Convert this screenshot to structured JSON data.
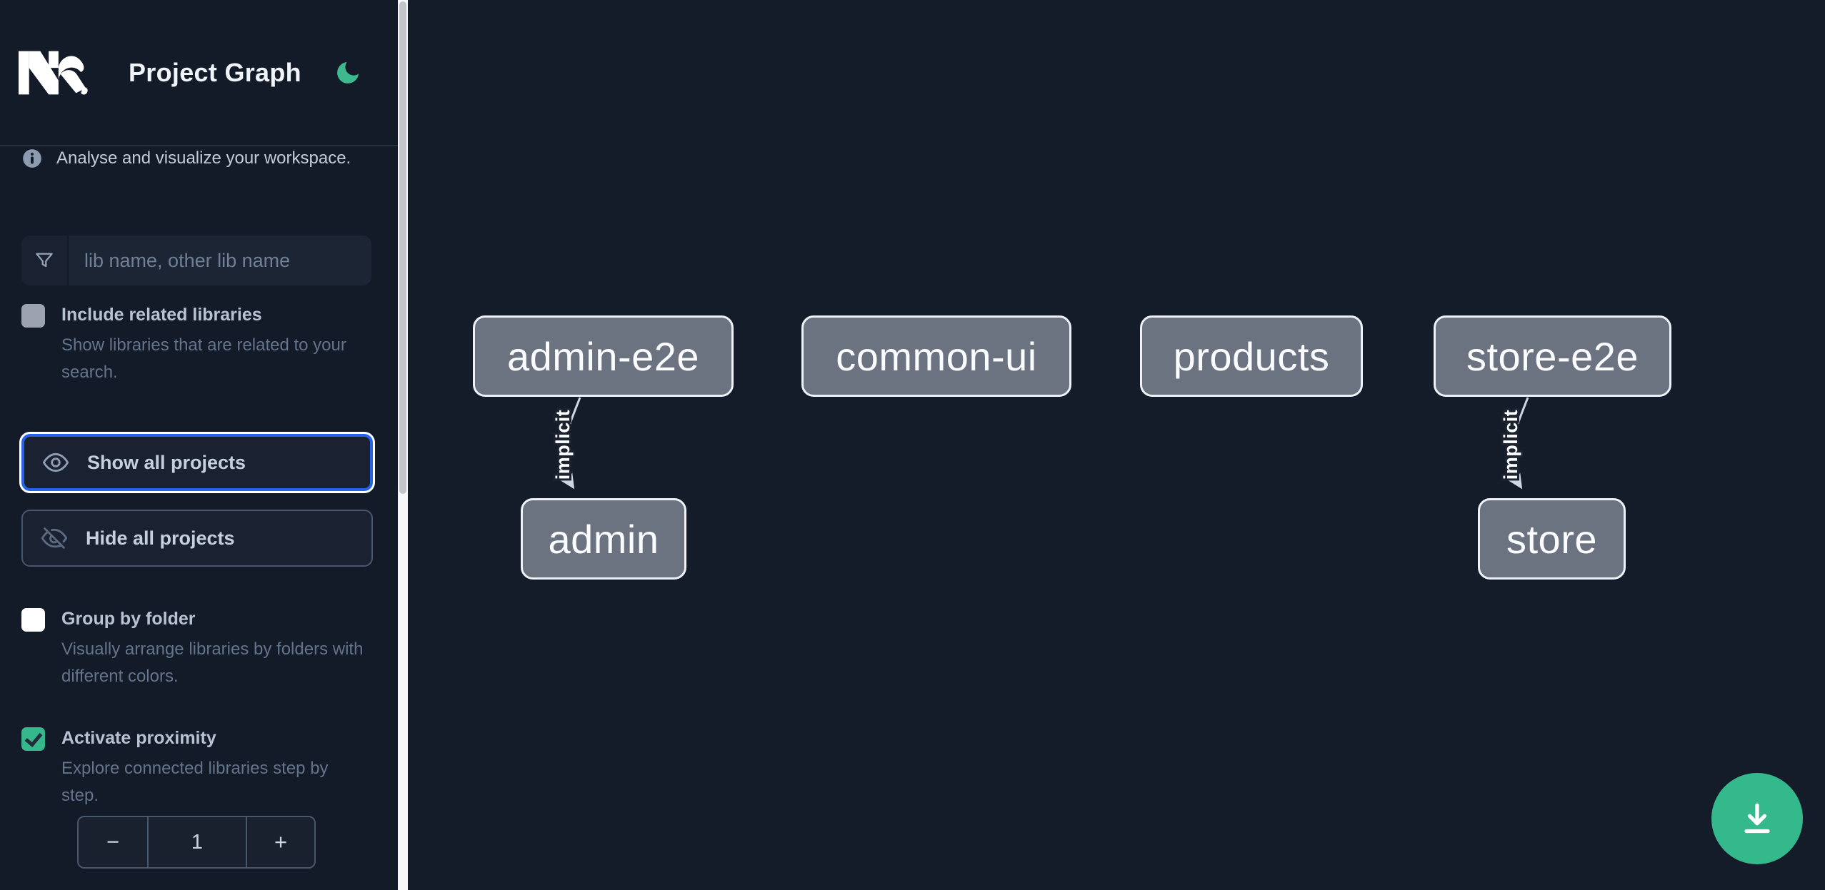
{
  "header": {
    "logo_text": "Nx",
    "title": "Project Graph"
  },
  "sidebar": {
    "tagline": "Analyse and visualize your workspace.",
    "search": {
      "placeholder": "lib name, other lib name"
    },
    "include_related": {
      "label": "Include related libraries",
      "description": "Show libraries that are related to your search.",
      "checked": false
    },
    "show_all": {
      "label": "Show all projects"
    },
    "hide_all": {
      "label": "Hide all projects"
    },
    "group_by_folder": {
      "label": "Group by folder",
      "description": "Visually arrange libraries by folders with different colors.",
      "checked": false
    },
    "activate_proximity": {
      "label": "Activate proximity",
      "description": "Explore connected libraries step by step.",
      "checked": true
    },
    "proximity_stepper": {
      "decrement": "−",
      "value": "1",
      "increment": "+"
    }
  },
  "graph": {
    "nodes": [
      {
        "id": "admin-e2e",
        "label": "admin-e2e"
      },
      {
        "id": "common-ui",
        "label": "common-ui"
      },
      {
        "id": "products",
        "label": "products"
      },
      {
        "id": "store-e2e",
        "label": "store-e2e"
      },
      {
        "id": "admin",
        "label": "admin"
      },
      {
        "id": "store",
        "label": "store"
      }
    ],
    "edges": [
      {
        "source": "admin-e2e",
        "target": "admin",
        "label": "implicit"
      },
      {
        "source": "store-e2e",
        "target": "store",
        "label": "implicit"
      }
    ]
  },
  "colors": {
    "accent_green": "#34b98c",
    "focus_blue": "#2563eb",
    "node_fill": "#6b7280",
    "background": "#141b29"
  }
}
